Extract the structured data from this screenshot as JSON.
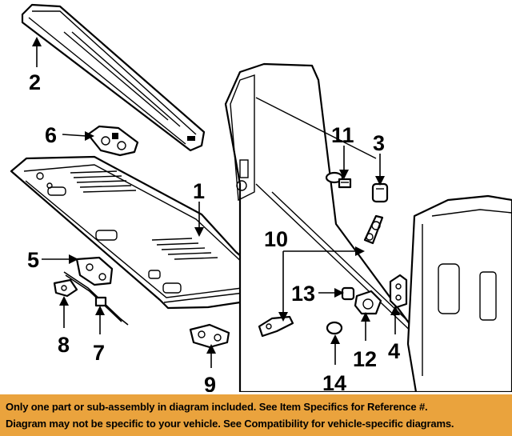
{
  "diagram": {
    "callouts": [
      {
        "id": "2",
        "label": "2"
      },
      {
        "id": "6",
        "label": "6"
      },
      {
        "id": "1",
        "label": "1"
      },
      {
        "id": "11",
        "label": "11"
      },
      {
        "id": "3",
        "label": "3"
      },
      {
        "id": "5",
        "label": "5"
      },
      {
        "id": "10",
        "label": "10"
      },
      {
        "id": "13",
        "label": "13"
      },
      {
        "id": "8",
        "label": "8"
      },
      {
        "id": "7",
        "label": "7"
      },
      {
        "id": "9",
        "label": "9"
      },
      {
        "id": "12",
        "label": "12"
      },
      {
        "id": "4",
        "label": "4"
      },
      {
        "id": "14",
        "label": "14"
      }
    ]
  },
  "notice": {
    "line1": "Only one part or sub-assembly in diagram included. See Item Specifics for Reference #.",
    "line2": "Diagram may not be specific to your vehicle. See Compatibility for vehicle-specific diagrams.",
    "background_color": "#eaa33d"
  }
}
